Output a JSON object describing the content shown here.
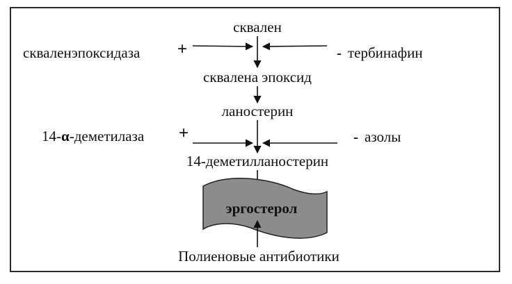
{
  "pathway": {
    "squalene": "сквален",
    "squalene_epoxide": "сквалена эпоксид",
    "lanosterol": "ланостерин",
    "demethyllanosterol": "14-деметилланостерин",
    "ergosterol": "эргостерол"
  },
  "enzymes": {
    "squalene_epoxidase": "скваленэпоксидаза",
    "demethylase_prefix": "14-",
    "demethylase_alpha": "α",
    "demethylase_suffix": "-деметилаза"
  },
  "inhibitors": {
    "terbinafine": "тербинафин",
    "azoles": "азолы",
    "polyenes": "Полиеновые антибиотики"
  },
  "signs": {
    "plus": "+",
    "minus": "-"
  },
  "colors": {
    "banner_fill": "#8c8c8c",
    "ink": "#111111"
  }
}
